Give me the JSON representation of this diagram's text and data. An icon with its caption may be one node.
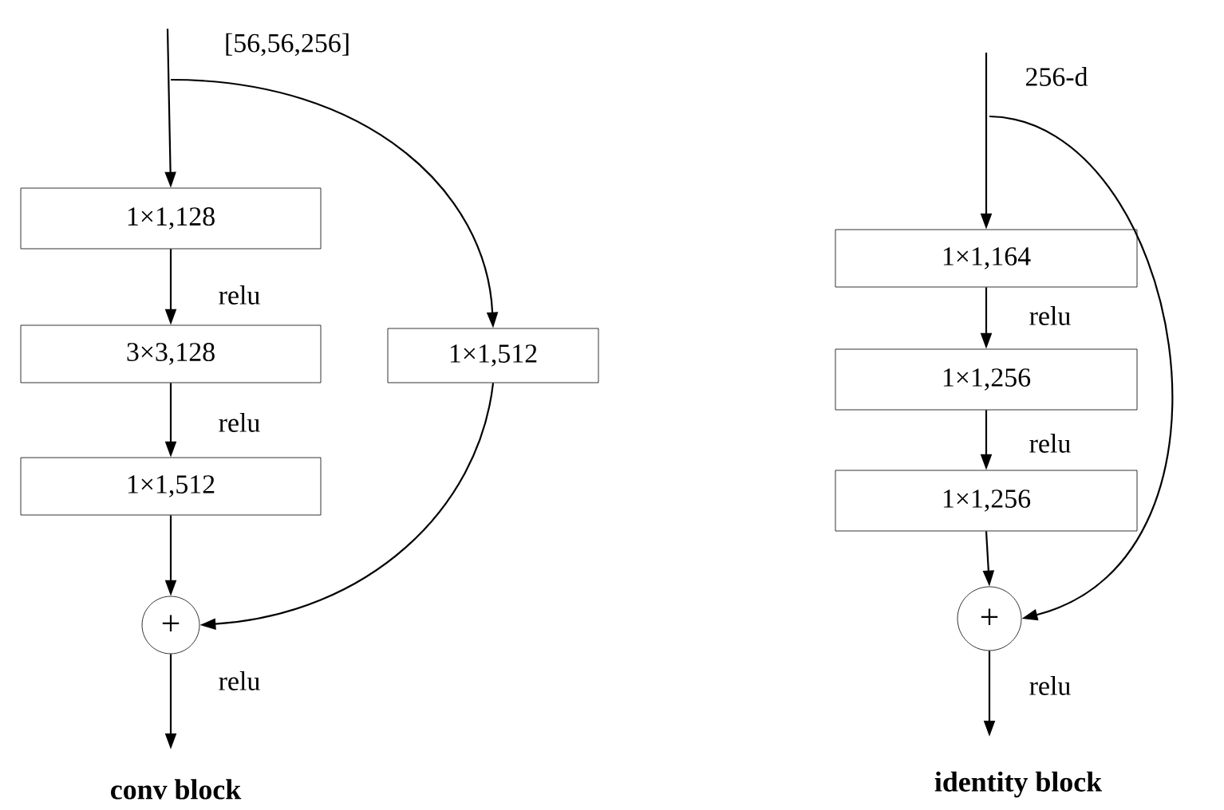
{
  "diagram": {
    "nodes": [
      {
        "text": [
          "1×1,128"
        ]
      },
      {
        "text": [
          "3×3,128"
        ]
      },
      {
        "text": [
          "1×1,512"
        ]
      },
      {
        "text": [
          "1×1,512"
        ]
      },
      {
        "text": [
          "+"
        ]
      },
      {
        "text": [
          "1×1,164"
        ]
      },
      {
        "text": [
          "1×1,256"
        ]
      },
      {
        "text": [
          "1×1,256"
        ]
      },
      {
        "text": [
          "+"
        ]
      }
    ],
    "edges": [
      {
        "from": null,
        "to": 0,
        "arrow": "to",
        "label": "[56,56,256]"
      },
      {
        "from": null,
        "to": 3,
        "arrow": "to"
      },
      {
        "from": 0,
        "to": 1,
        "arrow": "to",
        "label": "relu"
      },
      {
        "from": 1,
        "to": 2,
        "arrow": "to",
        "label": "relu"
      },
      {
        "from": 2,
        "to": 4,
        "arrow": "to"
      },
      {
        "from": 3,
        "to": 4,
        "arrow": "to"
      },
      {
        "from": 4,
        "to": null,
        "arrow": "to",
        "label": "relu"
      },
      {
        "from": null,
        "to": 5,
        "arrow": "to",
        "label": "256-d"
      },
      {
        "from": null,
        "to": 8,
        "arrow": "to"
      },
      {
        "from": 5,
        "to": 6,
        "arrow": "to",
        "label": "relu"
      },
      {
        "from": 6,
        "to": 7,
        "arrow": "to",
        "label": "relu"
      },
      {
        "from": 7,
        "to": 8,
        "arrow": "to"
      },
      {
        "from": 8,
        "to": null,
        "arrow": "to",
        "label": "relu"
      }
    ],
    "labels": [
      "conv block",
      "identity block"
    ]
  }
}
